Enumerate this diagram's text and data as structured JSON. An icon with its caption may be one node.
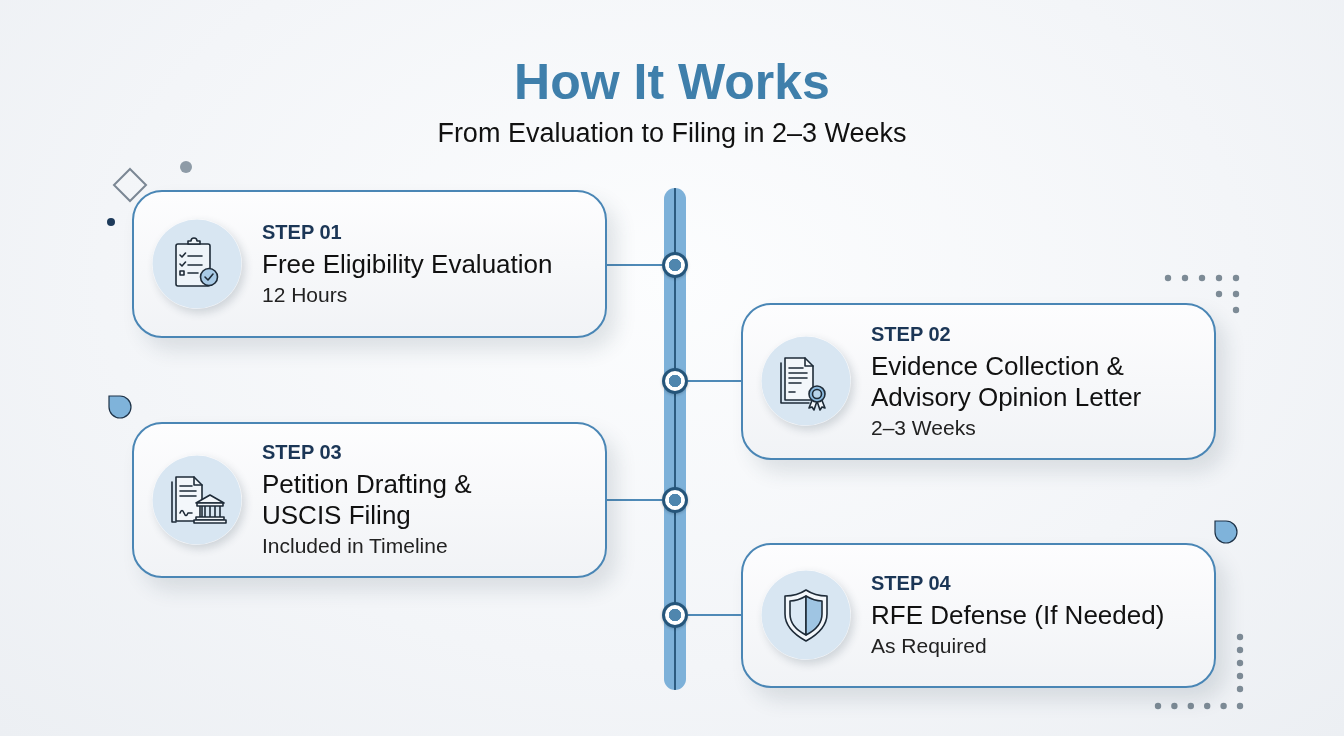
{
  "diagram": {
    "title": "How It Works",
    "nodes": [
      {
        "text": [
          "STEP 01",
          "Free Eligibility Evaluation",
          "12 Hours"
        ]
      },
      {
        "text": [
          "STEP 02",
          "Evidence Collection & Advisory Opinion Letter",
          "2–3 Weeks"
        ]
      },
      {
        "text": [
          "STEP 03",
          "Petition Drafting & USCIS Filing",
          "Included in Timeline"
        ]
      },
      {
        "text": [
          "STEP 04",
          "RFE Defense (If Needed)",
          "As Required"
        ]
      },
      {
        "text": [],
        "shape": "circle"
      },
      {
        "text": [],
        "shape": "circle"
      },
      {
        "text": [],
        "shape": "circle"
      },
      {
        "text": [],
        "shape": "circle"
      }
    ],
    "edges": [
      {
        "from": 0,
        "to": 4,
        "arrow": "none"
      },
      {
        "from": 1,
        "to": 5,
        "arrow": "none"
      },
      {
        "from": 2,
        "to": 6,
        "arrow": "none"
      },
      {
        "from": 3,
        "to": 7,
        "arrow": "none"
      },
      {
        "from": 4,
        "to": 5,
        "arrow": "none",
        "color": "#2b5b80"
      },
      {
        "from": 5,
        "to": 6,
        "arrow": "none",
        "color": "#2b5b80"
      },
      {
        "from": 6,
        "to": 7,
        "arrow": "none",
        "color": "#2b5b80"
      }
    ],
    "labels": [
      "From Evaluation to Filing in 2–3 Weeks"
    ]
  }
}
